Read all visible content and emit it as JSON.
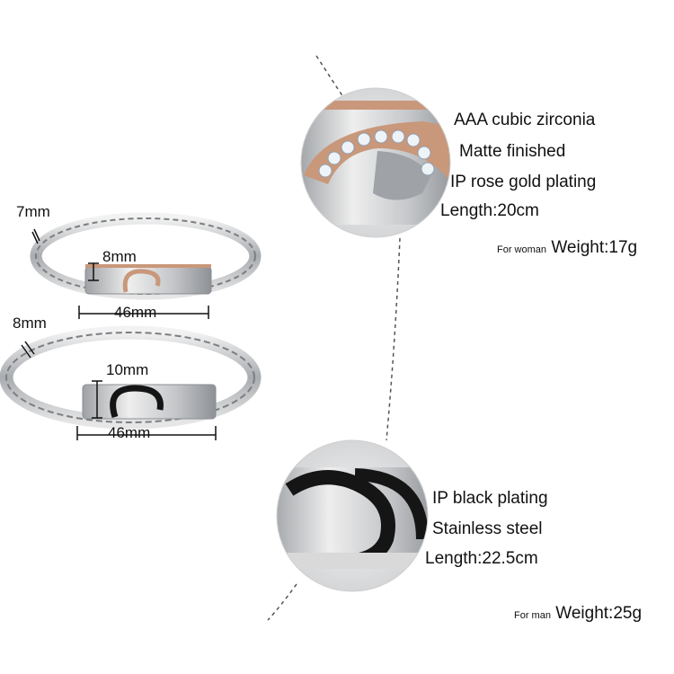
{
  "woman": {
    "features": [
      "AAA cubic zirconia",
      "Matte finished",
      "IP rose gold plating",
      "Length:20cm"
    ],
    "for_label": "For woman",
    "weight": "Weight:17g",
    "dims": {
      "chain": "7mm",
      "plate_height": "8mm",
      "plate_width": "46mm"
    }
  },
  "man": {
    "features": [
      "IP black plating",
      "Stainless steel",
      "Length:22.5cm"
    ],
    "for_label": "For man",
    "weight": "Weight:25g",
    "dims": {
      "chain": "8mm",
      "plate_height": "10mm",
      "plate_width": "46mm"
    }
  },
  "colors": {
    "rose_gold": "#c9977a",
    "black_plating": "#151515",
    "steel": "#b9bcc0"
  }
}
